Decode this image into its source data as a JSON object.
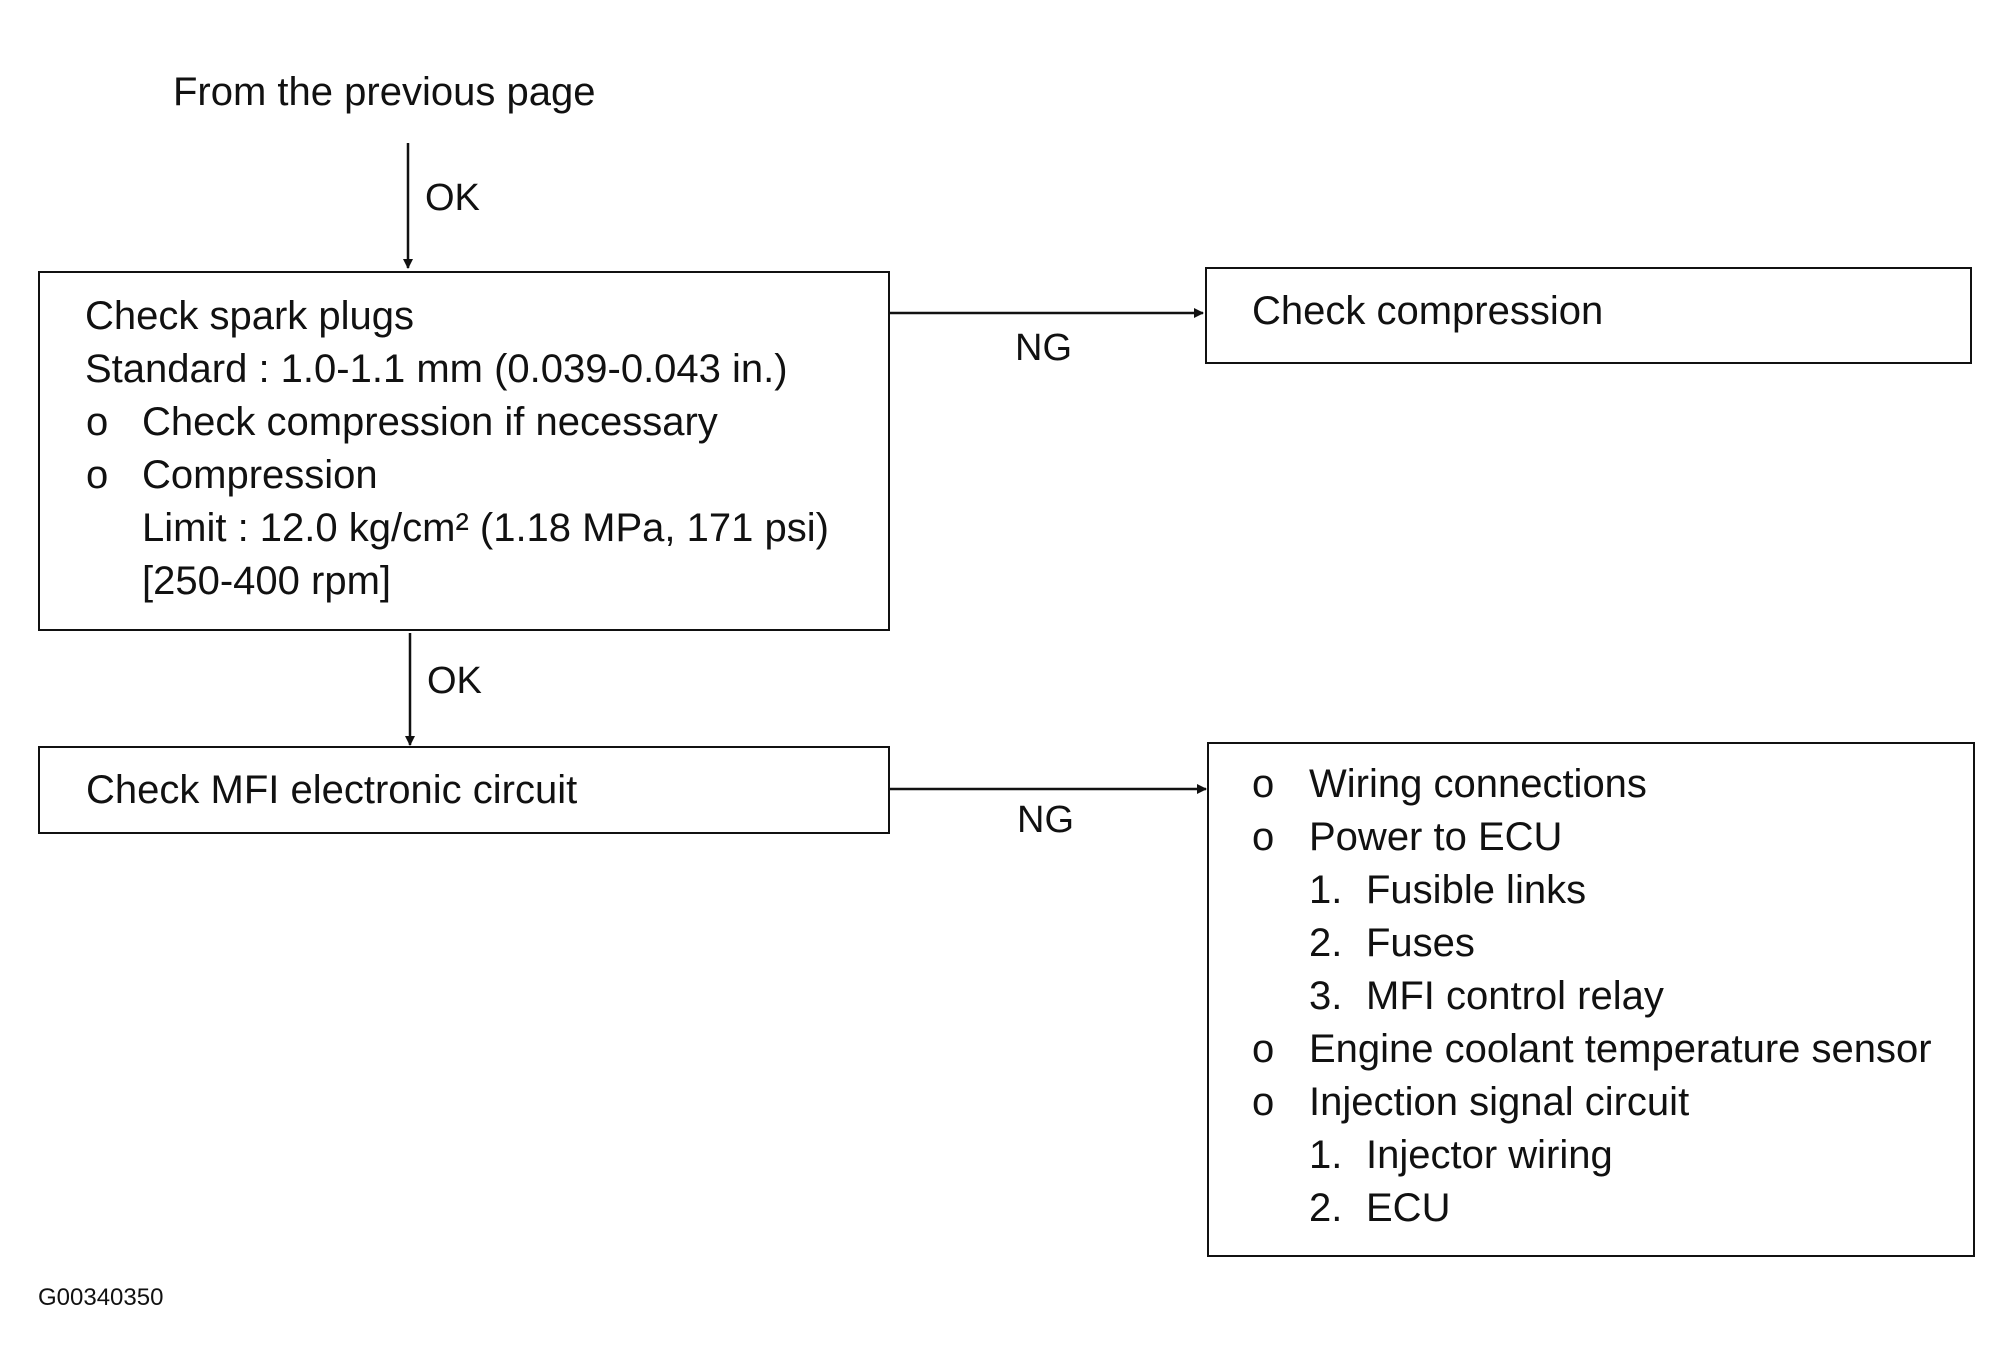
{
  "start": {
    "label": "From the previous page"
  },
  "connectors": {
    "ok_top": "OK",
    "ok_middle": "OK",
    "ng_top": "NG",
    "ng_bottom": "NG"
  },
  "spark_box": {
    "title": "Check spark plugs",
    "standard": "Standard : 1.0-1.1 mm (0.039-0.043 in.)",
    "bullet_mark": "o",
    "items": [
      {
        "text": "Check compression if necessary"
      },
      {
        "text": "Compression",
        "sub": [
          "Limit : 12.0 kg/cm² (1.18 MPa, 171 psi)",
          "[250-400 rpm]"
        ]
      }
    ]
  },
  "compression_box": {
    "title": "Check compression"
  },
  "mfi_box": {
    "title": "Check MFI electronic circuit"
  },
  "checks_box": {
    "bullet_mark": "o",
    "items": [
      {
        "text": "Wiring connections"
      },
      {
        "text": "Power to ECU",
        "sub": [
          {
            "num": "1.",
            "text": "Fusible links"
          },
          {
            "num": "2.",
            "text": "Fuses"
          },
          {
            "num": "3.",
            "text": "MFI control relay"
          }
        ]
      },
      {
        "text": "Engine coolant temperature sensor"
      },
      {
        "text": "Injection signal circuit",
        "sub": [
          {
            "num": "1.",
            "text": "Injector wiring"
          },
          {
            "num": "2.",
            "text": "ECU"
          }
        ]
      }
    ]
  },
  "figure_id": "G00340350"
}
